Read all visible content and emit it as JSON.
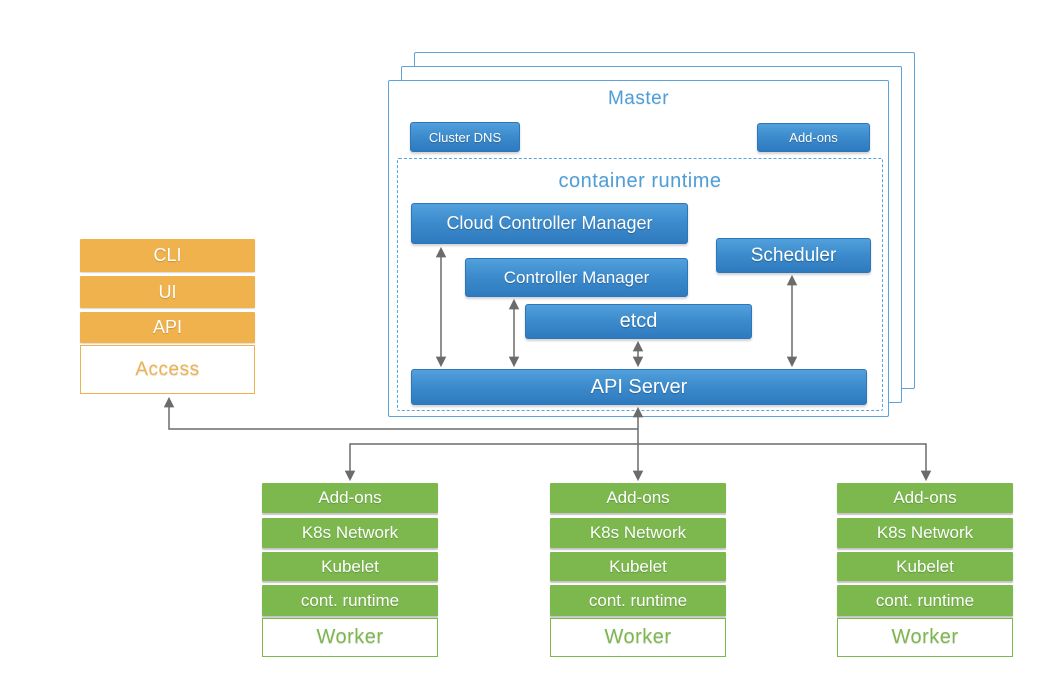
{
  "diagram": {
    "colors": {
      "blue_top": "#52a0dc",
      "blue_bottom": "#2e7abf",
      "light_blue": "#4e9fd9",
      "orange": "#f0b24c",
      "green": "#7cb84e",
      "arrow": "#6b6b6b"
    },
    "access": {
      "items": [
        {
          "label": "CLI"
        },
        {
          "label": "UI"
        },
        {
          "label": "API"
        }
      ],
      "label": "Access"
    },
    "master": {
      "title": "Master",
      "cluster_dns_label": "Cluster DNS",
      "addons_label": "Add-ons",
      "runtime": {
        "title": "container runtime",
        "cloud_controller_manager": "Cloud Controller Manager",
        "controller_manager": "Controller Manager",
        "scheduler": "Scheduler",
        "etcd": "etcd",
        "api_server": "API Server"
      }
    },
    "workers": [
      {
        "rows": [
          "Add-ons",
          "K8s Network",
          "Kubelet",
          "cont. runtime"
        ],
        "label": "Worker"
      },
      {
        "rows": [
          "Add-ons",
          "K8s Network",
          "Kubelet",
          "cont. runtime"
        ],
        "label": "Worker"
      },
      {
        "rows": [
          "Add-ons",
          "K8s Network",
          "Kubelet",
          "cont. runtime"
        ],
        "label": "Worker"
      }
    ]
  }
}
